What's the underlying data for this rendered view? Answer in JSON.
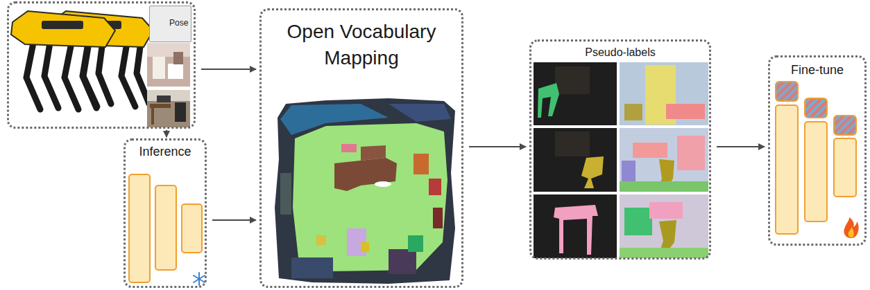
{
  "diagram": {
    "nodes": [
      {
        "text": []
      },
      {
        "text": [
          "Pose"
        ],
        "in": 0
      },
      {
        "text": [
          "Inference"
        ]
      },
      {
        "text": [
          "Open Vocabulary Mapping"
        ]
      },
      {
        "text": [
          "Pseudo-labels"
        ]
      },
      {
        "text": [
          "Fine-tune"
        ]
      }
    ],
    "edges": [
      {
        "from": 0,
        "to": 3,
        "arrow": "to"
      },
      {
        "from": 0,
        "to": 2,
        "arrow": "to"
      },
      {
        "from": 2,
        "to": 3,
        "arrow": "to"
      },
      {
        "from": 3,
        "to": 4,
        "arrow": "to"
      },
      {
        "from": 4,
        "to": 5,
        "arrow": "to"
      }
    ]
  }
}
